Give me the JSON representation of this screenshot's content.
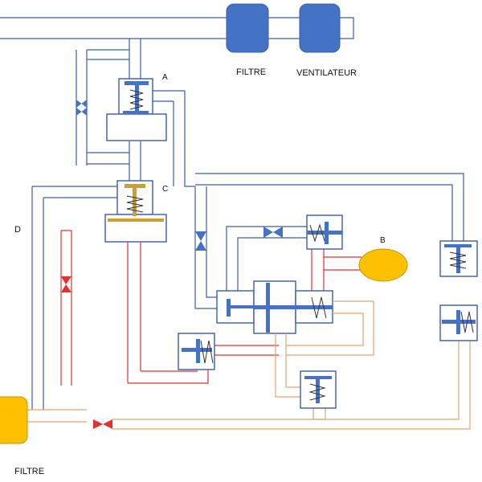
{
  "labels": {
    "filtre_top": "FILTRE",
    "ventilateur": "VENTILATEUR",
    "a": "A",
    "b": "B",
    "c": "C",
    "d": "D",
    "filtre_bottom": "FILTRE"
  },
  "colors": {
    "pipe_blue": "#3a5da8",
    "component_blue": "#4472c4",
    "pipe_red": "#e03030",
    "pipe_orange": "#e8a070",
    "reservoir_yellow": "#ffc000",
    "piston_gold": "#c9a227"
  }
}
